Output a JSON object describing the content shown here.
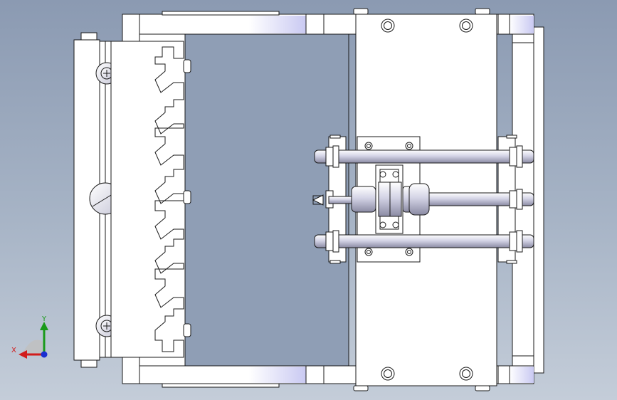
{
  "viewport": {
    "background_top": "#8b9ab2",
    "background_bottom": "#c4cdd9"
  },
  "model": {
    "line_color": "#1a1a1a",
    "part_fill": "#ffffff",
    "accent_fill": "#c9c9f2",
    "parts": [
      "base-plate",
      "guide-frame",
      "comb-clamp-bar",
      "mount-block",
      "cylinder-bracket",
      "guide-rods",
      "pneumatic-cylinder"
    ]
  },
  "triad": {
    "x_label": "X",
    "y_label": "Y",
    "x_color": "#d11c1c",
    "y_color": "#1a9a1a",
    "z_color": "#1a2fd1"
  }
}
